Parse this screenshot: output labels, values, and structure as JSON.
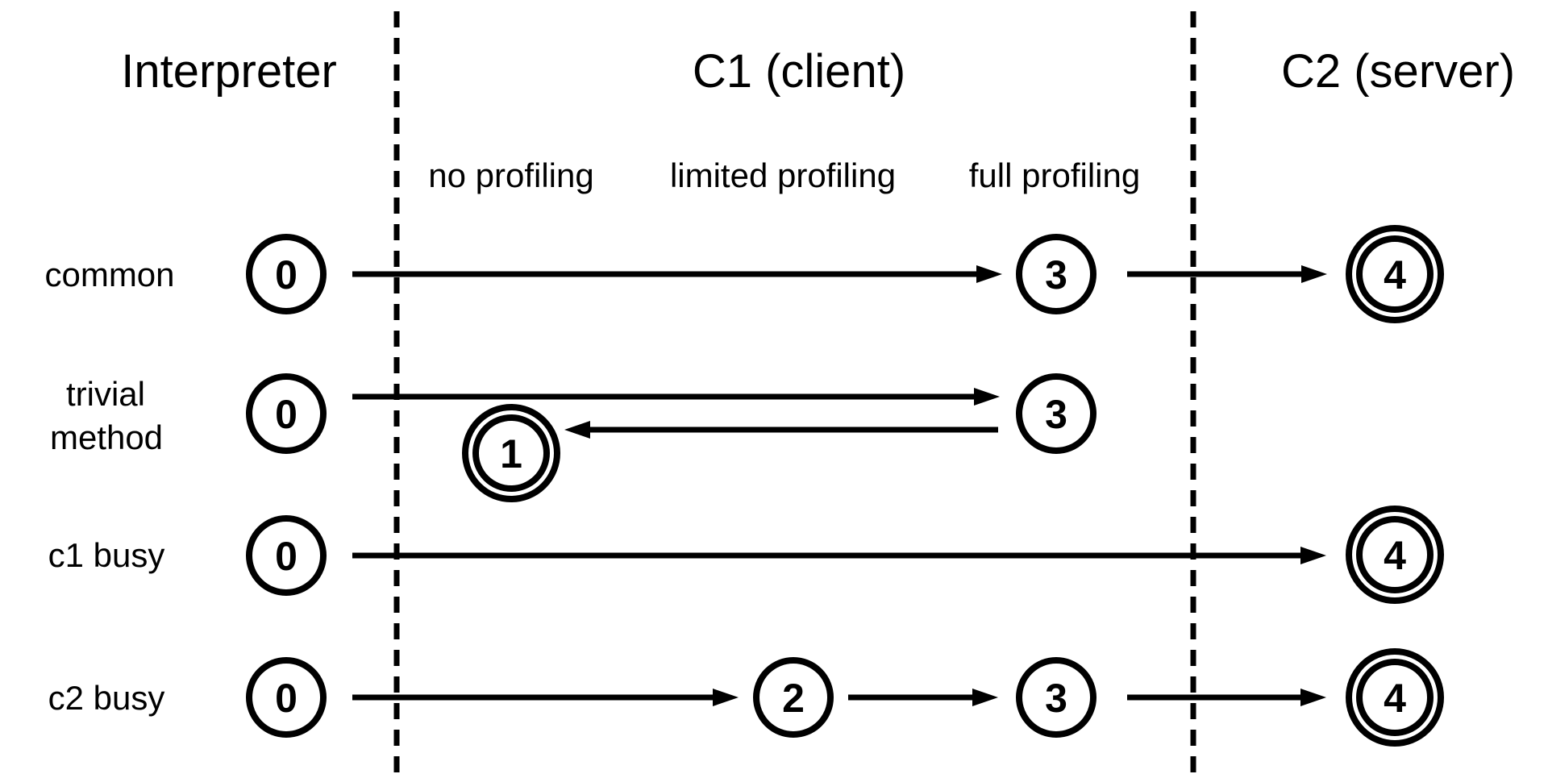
{
  "canvas": {
    "background": "#ffffff",
    "ink": "#000000"
  },
  "columns": {
    "interpreter": "Interpreter",
    "c1": "C1 (client)",
    "c2": "C2 (server)"
  },
  "c1_tiers": {
    "no_profiling": "no profiling",
    "limited_profiling": "limited profiling",
    "full_profiling": "full profiling"
  },
  "scenarios": [
    {
      "id": "common",
      "label": "common",
      "states": {
        "tier0": "0",
        "tier3": "3",
        "tier4": "4"
      },
      "final_state": "4",
      "transitions": [
        "0 → 3",
        "3 → 4"
      ]
    },
    {
      "id": "trivial-method",
      "label_line1": "trivial",
      "label_line2": "method",
      "states": {
        "tier0": "0",
        "tier3": "3",
        "tier1": "1"
      },
      "final_state": "1",
      "transitions": [
        "0 → 3",
        "3 → 1"
      ]
    },
    {
      "id": "c1-busy",
      "label": "c1 busy",
      "states": {
        "tier0": "0",
        "tier4": "4"
      },
      "final_state": "4",
      "transitions": [
        "0 → 4"
      ]
    },
    {
      "id": "c2-busy",
      "label": "c2 busy",
      "states": {
        "tier0": "0",
        "tier2": "2",
        "tier3": "3",
        "tier4": "4"
      },
      "final_state": "4",
      "transitions": [
        "0 → 2",
        "2 → 3",
        "3 → 4"
      ]
    }
  ]
}
